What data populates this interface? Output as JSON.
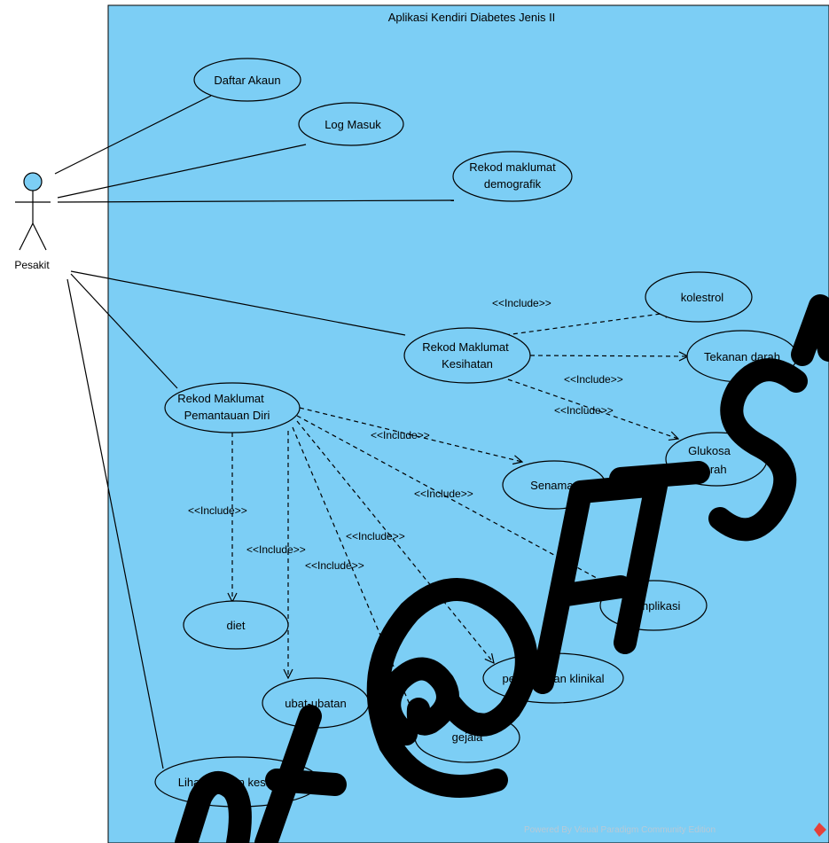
{
  "system": {
    "title": "Aplikasi Kendiri Diabetes Jenis II"
  },
  "actor": {
    "label": "Pesakit"
  },
  "use_cases": {
    "daftar_akaun": [
      "Daftar Akaun"
    ],
    "log_masuk": [
      "Log Masuk"
    ],
    "rekod_demografik": [
      "Rekod maklumat",
      "demografik"
    ],
    "rekod_kesihatan": [
      "Rekod Maklumat",
      "Kesihatan"
    ],
    "rekod_pemantauan": [
      "Rekod Maklumat",
      "Pemantauan Diri"
    ],
    "kolestrol": [
      "kolestrol"
    ],
    "tekanan_darah": [
      "Tekanan darah"
    ],
    "glukosa_darah": [
      "Glukosa",
      "darah"
    ],
    "senaman": [
      "Senaman"
    ],
    "komplikasi": [
      "komplikasi"
    ],
    "diet": [
      "diet"
    ],
    "ubat_ubatan": [
      "ubat-ubatan"
    ],
    "pemantauan_klinikal": [
      "pemantauan klinikal"
    ],
    "gejala": [
      "gejala"
    ],
    "lihat_laporan": [
      "Lihat laporan kesihatan"
    ]
  },
  "include_label": "<<Include>>",
  "footer": {
    "powered_by": "Powered By  Visual Paradigm Community Edition"
  },
  "watermark": "nt@FTSM",
  "colors": {
    "system_fill": "#7ccef5",
    "actor_head": "#7ccef5",
    "footer_logo": "#e4413a"
  }
}
